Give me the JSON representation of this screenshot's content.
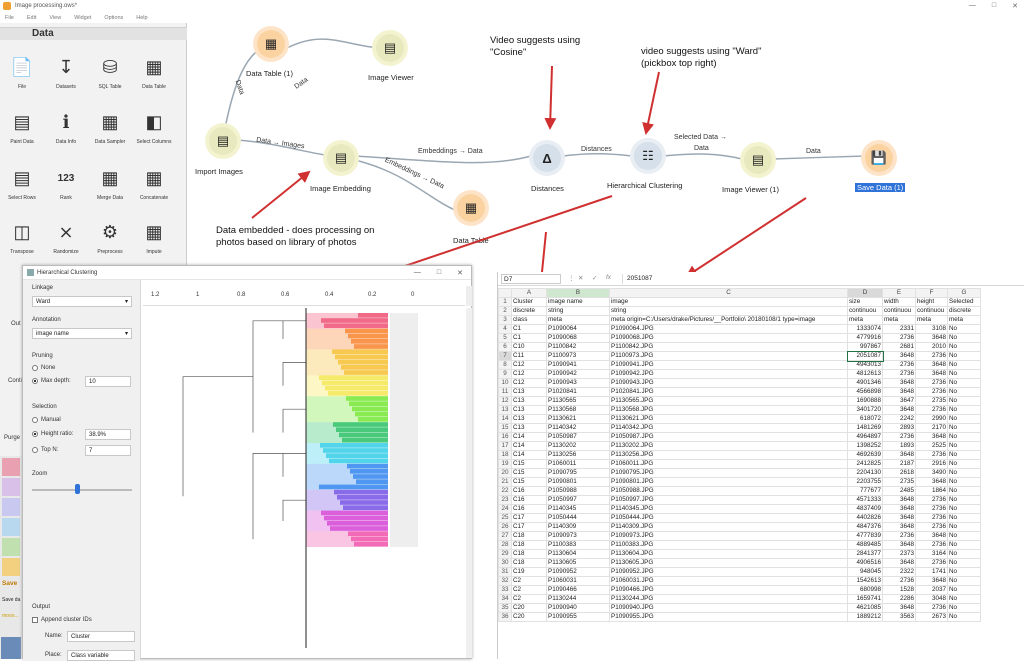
{
  "window": {
    "title": "Image processing.ows*"
  },
  "menu": [
    "File",
    "Edit",
    "View",
    "Widget",
    "Options",
    "Help"
  ],
  "panel": {
    "category": "Data",
    "widgets": [
      "File",
      "Datasets",
      "SQL Table",
      "Data Table",
      "Paint Data",
      "Data Info",
      "Data Sampler",
      "Select Columns",
      "Select Rows",
      "Rank",
      "Merge Data",
      "Concatenate",
      "Transpose",
      "Randomize",
      "Preprocess",
      "Impute"
    ],
    "partial": [
      "Out",
      "Conti",
      "Purge",
      "Save",
      "Save da",
      "mooo..."
    ]
  },
  "nodes": {
    "data_table_1": "Data Table (1)",
    "image_viewer": "Image Viewer",
    "import_images": "Import Images",
    "image_embedding": "Image Embedding",
    "distances": "Distances",
    "hier": "Hierarchical Clustering",
    "image_viewer_1": "Image Viewer (1)",
    "save_data": "Save Data (1)",
    "data_table": "Data Table"
  },
  "edges": {
    "e1": "Data",
    "e2": "Data",
    "e3": "Data → Images",
    "e4": "Embeddings → Data",
    "e5": "Embeddings → Data",
    "e6": "Distances",
    "e7a": "Selected Data →",
    "e7b": "Data",
    "e8": "Data"
  },
  "annotations": {
    "video_cosine": "Video  suggests using \"Cosine\"",
    "video_ward": "video suggests using \"Ward\" (pickbox top right)",
    "embedded": "Data embedded - does processing on photos based on library of photos"
  },
  "hc": {
    "title": "Hierarchical Clustering",
    "linkage_label": "Linkage",
    "linkage": "Ward",
    "annotation_label": "Annotation",
    "annotation": "image name",
    "pruning_label": "Pruning",
    "none": "None",
    "max_depth": "Max depth:",
    "max_depth_val": "10",
    "selection_label": "Selection",
    "manual": "Manual",
    "height_ratio": "Height ratio:",
    "height_ratio_val": "38.9%",
    "top_n": "Top N:",
    "top_n_val": "7",
    "zoom": "Zoom",
    "output_label": "Output",
    "append": "Append cluster IDs",
    "name_label": "Name:",
    "name_val": "Cluster",
    "place_label": "Place:",
    "place_val": "Class variable",
    "ticks": [
      "1.2",
      "1",
      "0.8",
      "0.6",
      "0.4",
      "0.2",
      "0"
    ]
  },
  "colors": {
    "clusters": [
      "#f05a7a",
      "#f98a3a",
      "#f6c33e",
      "#f5e85a",
      "#7ee840",
      "#35c46e",
      "#3fd0e8",
      "#3c8cf0",
      "#7d5ce8",
      "#d84ed8",
      "#f25ab0"
    ]
  },
  "sheet": {
    "cellref": "D7",
    "formula": "2051087",
    "cols": [
      "A",
      "B",
      "C",
      "D",
      "E",
      "F",
      "G"
    ],
    "rows": [
      [
        "Cluster",
        "image name",
        "image",
        "size",
        "width",
        "height",
        "Selected"
      ],
      [
        "discrete",
        "string",
        "string",
        "continuou",
        "continuou",
        "continuou",
        "discrete"
      ],
      [
        "class",
        "meta",
        "meta origin=C:/Users/drake/Pictures/__Portfolio\\ 20180108/1 type=image",
        "meta",
        "meta",
        "meta",
        "meta"
      ],
      [
        "C1",
        "P1090064",
        "P1090064.JPG",
        "1333074",
        "2331",
        "3108",
        "No"
      ],
      [
        "C1",
        "P1090068",
        "P1090068.JPG",
        "4779916",
        "2736",
        "3648",
        "No"
      ],
      [
        "C10",
        "P1100842",
        "P1100842.JPG",
        "997867",
        "2681",
        "2010",
        "No"
      ],
      [
        "C11",
        "P1100973",
        "P1100973.JPG",
        "2051087",
        "3648",
        "2736",
        "No"
      ],
      [
        "C12",
        "P1090941",
        "P1090941.JPG",
        "4943013",
        "2736",
        "3648",
        "No"
      ],
      [
        "C12",
        "P1090942",
        "P1090942.JPG",
        "4812613",
        "2736",
        "3648",
        "No"
      ],
      [
        "C12",
        "P1090943",
        "P1090943.JPG",
        "4901346",
        "3648",
        "2736",
        "No"
      ],
      [
        "C13",
        "P1020841",
        "P1020841.JPG",
        "4566898",
        "3648",
        "2736",
        "No"
      ],
      [
        "C13",
        "P1130565",
        "P1130565.JPG",
        "1690888",
        "3647",
        "2735",
        "No"
      ],
      [
        "C13",
        "P1130568",
        "P1130568.JPG",
        "3401720",
        "3648",
        "2736",
        "No"
      ],
      [
        "C13",
        "P1130621",
        "P1130621.JPG",
        "618072",
        "2242",
        "2990",
        "No"
      ],
      [
        "C13",
        "P1140342",
        "P1140342.JPG",
        "1481269",
        "2893",
        "2170",
        "No"
      ],
      [
        "C14",
        "P1050987",
        "P1050987.JPG",
        "4964897",
        "2736",
        "3648",
        "No"
      ],
      [
        "C14",
        "P1130202",
        "P1130202.JPG",
        "1398252",
        "1893",
        "2525",
        "No"
      ],
      [
        "C14",
        "P1130256",
        "P1130256.JPG",
        "4692639",
        "3648",
        "2736",
        "No"
      ],
      [
        "C15",
        "P1060011",
        "P1060011.JPG",
        "2412825",
        "2187",
        "2916",
        "No"
      ],
      [
        "C15",
        "P1090795",
        "P1090795.JPG",
        "2204130",
        "2618",
        "3490",
        "No"
      ],
      [
        "C15",
        "P1090801",
        "P1090801.JPG",
        "2203755",
        "2735",
        "3648",
        "No"
      ],
      [
        "C16",
        "P1050988",
        "P1050988.JPG",
        "777677",
        "2485",
        "1864",
        "No"
      ],
      [
        "C16",
        "P1050997",
        "P1050997.JPG",
        "4571333",
        "3648",
        "2736",
        "No"
      ],
      [
        "C16",
        "P1140345",
        "P1140345.JPG",
        "4837409",
        "3648",
        "2736",
        "No"
      ],
      [
        "C17",
        "P1050444",
        "P1050444.JPG",
        "4402826",
        "3648",
        "2736",
        "No"
      ],
      [
        "C17",
        "P1140309",
        "P1140309.JPG",
        "4847376",
        "3648",
        "2736",
        "No"
      ],
      [
        "C18",
        "P1090973",
        "P1090973.JPG",
        "4777839",
        "2736",
        "3648",
        "No"
      ],
      [
        "C18",
        "P1100383",
        "P1100383.JPG",
        "4889485",
        "3648",
        "2736",
        "No"
      ],
      [
        "C18",
        "P1130604",
        "P1130604.JPG",
        "2841377",
        "2373",
        "3164",
        "No"
      ],
      [
        "C18",
        "P1130605",
        "P1130605.JPG",
        "4906516",
        "3648",
        "2736",
        "No"
      ],
      [
        "C19",
        "P1090952",
        "P1090952.JPG",
        "948045",
        "2322",
        "1741",
        "No"
      ],
      [
        "C2",
        "P1060031",
        "P1060031.JPG",
        "1542613",
        "2736",
        "3648",
        "No"
      ],
      [
        "C2",
        "P1090466",
        "P1090466.JPG",
        "680998",
        "1528",
        "2037",
        "No"
      ],
      [
        "C2",
        "P1130244",
        "P1130244.JPG",
        "1659741",
        "2286",
        "3048",
        "No"
      ],
      [
        "C20",
        "P1090940",
        "P1090940.JPG",
        "4621085",
        "3648",
        "2736",
        "No"
      ],
      [
        "C20",
        "P1090955",
        "P1090955.JPG",
        "1889212",
        "3563",
        "2673",
        "No"
      ]
    ]
  }
}
